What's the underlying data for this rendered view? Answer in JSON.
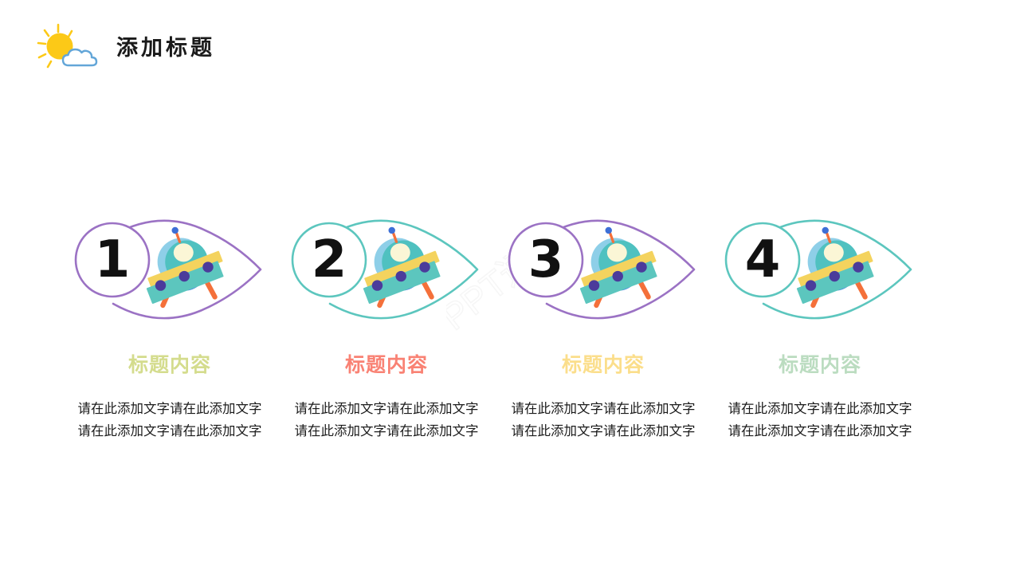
{
  "header": {
    "title": "添加标题",
    "logo_icon": "sun-cloud-icon",
    "sun_color": "#FCC917",
    "cloud_outline_color": "#63A6D8",
    "cloud_fill_color": "#FFFFFF"
  },
  "watermark": {
    "text": "PPT适用网",
    "color": "#EFEFEF"
  },
  "theme": {
    "number_color": "#111111",
    "body_text_color": "#1B1B1B",
    "purple": "#9B72C4",
    "teal": "#5CC6BE"
  },
  "ufo": {
    "icon": "ufo-icon",
    "dome_color": "#4FC1C0",
    "dome_shadow_color": "#8ECFE8",
    "window_color": "#FBF6D6",
    "band_color": "#F4D35E",
    "body_color": "#5CC6BE",
    "dot_color": "#4B3B9B",
    "leg_color": "#F4703A",
    "antenna_stalk_color": "#F4703A",
    "antenna_tip_color": "#3D6FD6",
    "under_glow_color": "#4F8FE0"
  },
  "columns": [
    {
      "number": "1",
      "outline_color": "#9B72C4",
      "title": "标题内容",
      "title_color": "#D4DC8D",
      "body": "请在此添加文字请在此添加文字请在此添加文字请在此添加文字"
    },
    {
      "number": "2",
      "outline_color": "#5CC6BE",
      "title": "标题内容",
      "title_color": "#F98274",
      "body": "请在此添加文字请在此添加文字请在此添加文字请在此添加文字"
    },
    {
      "number": "3",
      "outline_color": "#9B72C4",
      "title": "标题内容",
      "title_color": "#FBDE8B",
      "body": "请在此添加文字请在此添加文字请在此添加文字请在此添加文字"
    },
    {
      "number": "4",
      "outline_color": "#5CC6BE",
      "title": "标题内容",
      "title_color": "#BBDCC0",
      "body": "请在此添加文字请在此添加文字请在此添加文字请在此添加文字"
    }
  ]
}
